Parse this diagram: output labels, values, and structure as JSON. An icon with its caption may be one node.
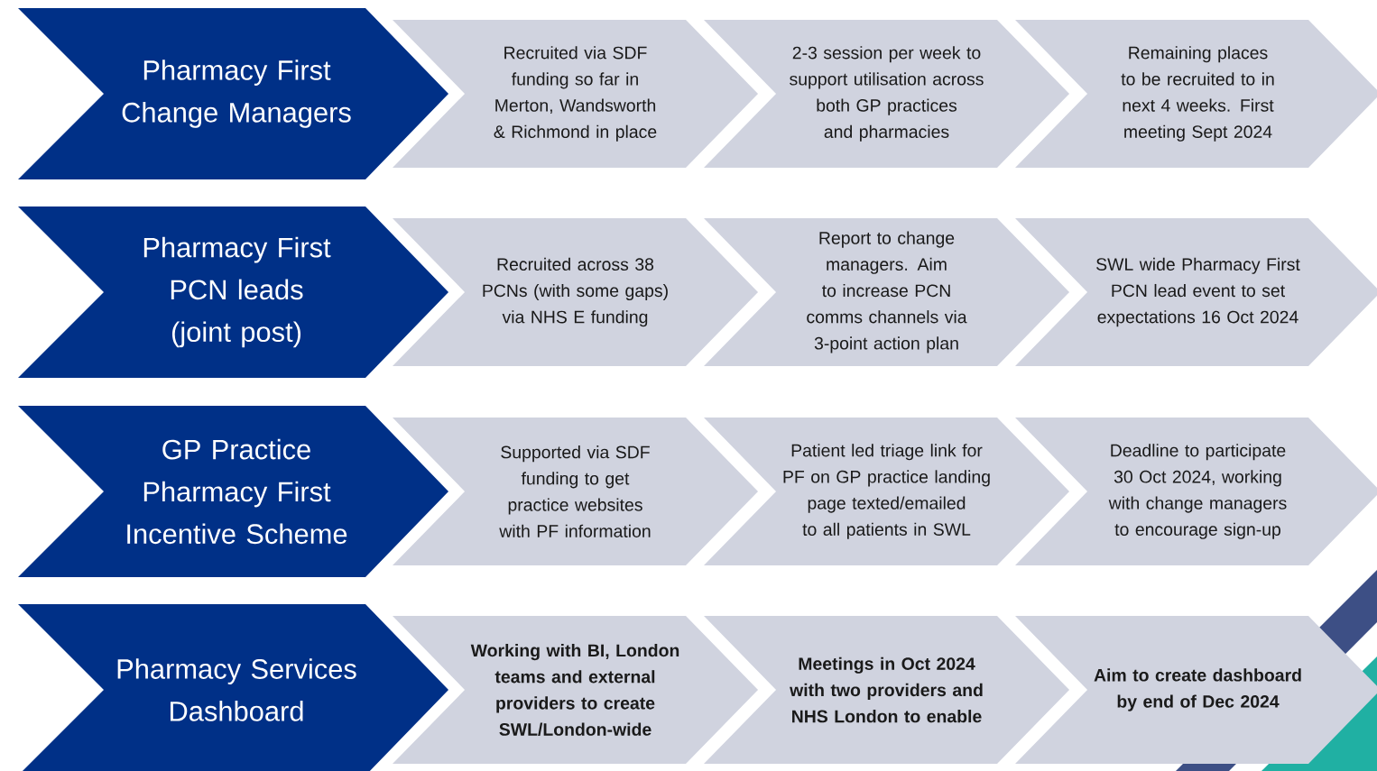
{
  "diagram": {
    "nodes": [
      {
        "text": [
          "Pharmacy First Change Managers"
        ]
      },
      {
        "text": [
          "Recruited via SDF funding so far in Merton, Wandsworth & Richmond in place"
        ]
      },
      {
        "text": [
          "2-3 session per week to support utilisation across both GP practices and pharmacies"
        ]
      },
      {
        "text": [
          "Remaining places to be recruited to in next 4 weeks. First meeting Sept 2024"
        ]
      },
      {
        "text": [
          "Pharmacy First PCN leads (joint post)"
        ]
      },
      {
        "text": [
          "Recruited across 38 PCNs (with some gaps) via NHS E funding"
        ]
      },
      {
        "text": [
          "Report to change managers. Aim to increase PCN comms channels via 3-point action plan"
        ]
      },
      {
        "text": [
          "SWL wide Pharmacy First PCN lead event to set expectations 16 Oct 2024"
        ]
      },
      {
        "text": [
          "GP Practice Pharmacy First Incentive Scheme"
        ]
      },
      {
        "text": [
          "Supported via SDF funding to get practice websites with PF information"
        ]
      },
      {
        "text": [
          "Patient led triage link for PF on GP practice landing page texted/emailed to all patients in SWL"
        ]
      },
      {
        "text": [
          "Deadline to participate 30 Oct 2024, working with change managers to encourage sign-up"
        ]
      },
      {
        "text": [
          "Pharmacy Services Dashboard"
        ]
      },
      {
        "text": [
          "Working with BI, London teams and external providers to create SWL/London-wide"
        ]
      },
      {
        "text": [
          "Meetings in Oct 2024 with two providers and NHS London to enable"
        ]
      },
      {
        "text": [
          "Aim to create dashboard by end of Dec 2024"
        ]
      }
    ]
  }
}
